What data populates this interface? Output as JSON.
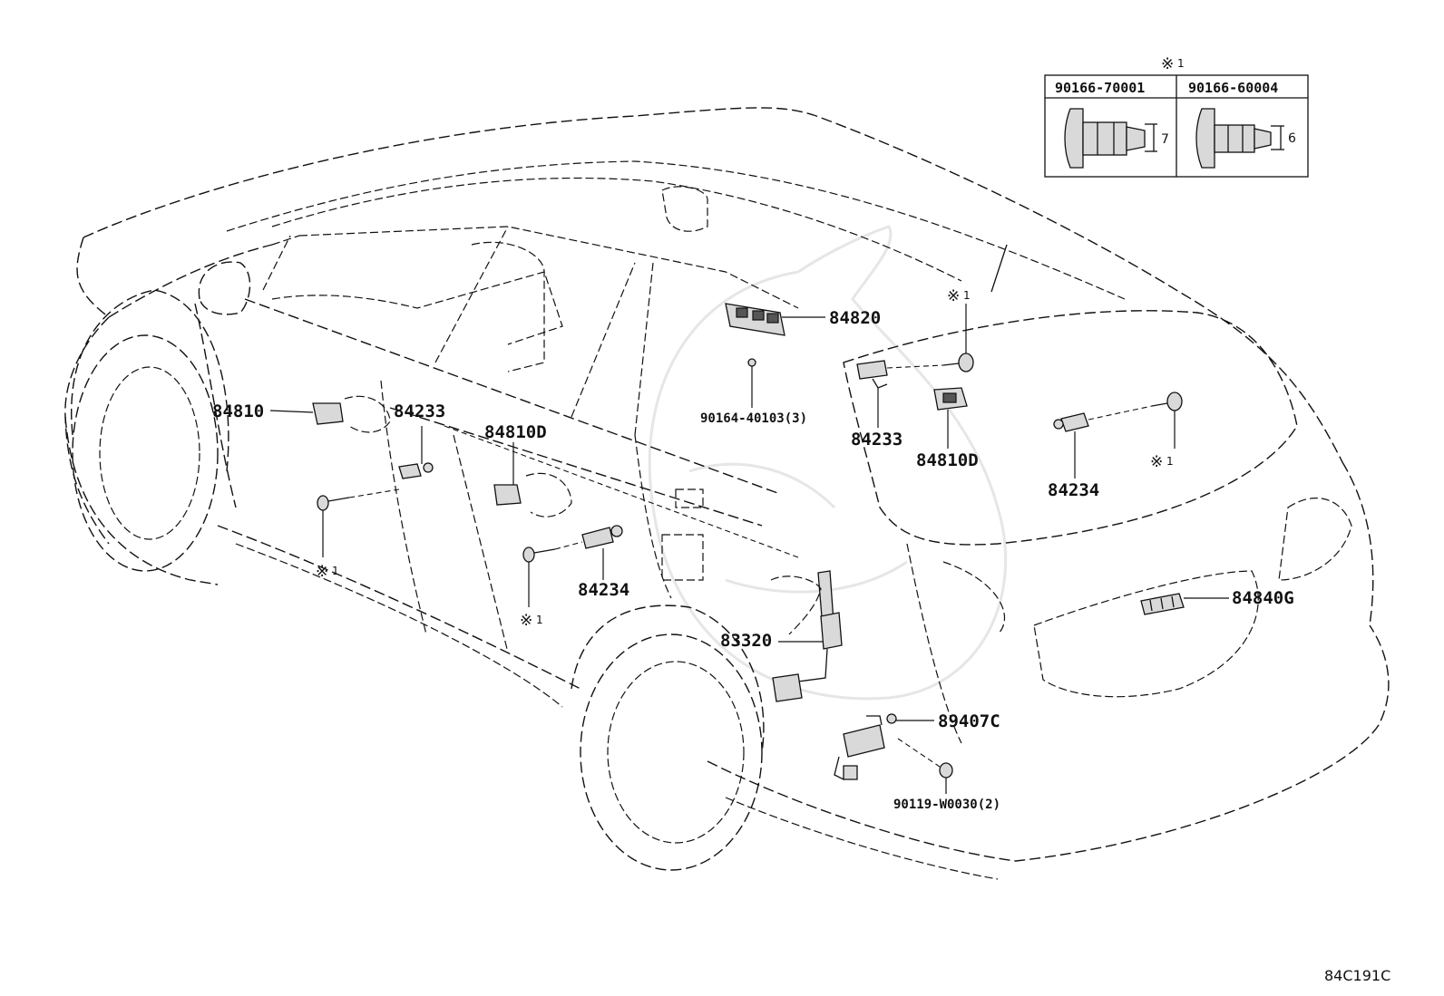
{
  "diagram_code": "84C191C",
  "callouts": [
    {
      "id": "c84820",
      "text": "84820"
    },
    {
      "id": "c90164",
      "text": "90164-40103(3)"
    },
    {
      "id": "c84810",
      "text": "84810"
    },
    {
      "id": "c84233a",
      "text": "84233"
    },
    {
      "id": "c84810Da",
      "text": "84810D"
    },
    {
      "id": "c84233b",
      "text": "84233"
    },
    {
      "id": "c84810Db",
      "text": "84810D"
    },
    {
      "id": "c84234a",
      "text": "84234"
    },
    {
      "id": "c84234b",
      "text": "84234"
    },
    {
      "id": "c84840G",
      "text": "84840G"
    },
    {
      "id": "c83320",
      "text": "83320"
    },
    {
      "id": "c89407C",
      "text": "89407C"
    },
    {
      "id": "c90119",
      "text": "90119-W0030(2)"
    }
  ],
  "notes": {
    "mark": "※",
    "mark_num": "1"
  },
  "ref_table": {
    "mark": "※",
    "mark_num": "1",
    "columns": [
      {
        "part": "90166-70001",
        "dimension": "7"
      },
      {
        "part": "90166-60004",
        "dimension": "6"
      }
    ]
  }
}
